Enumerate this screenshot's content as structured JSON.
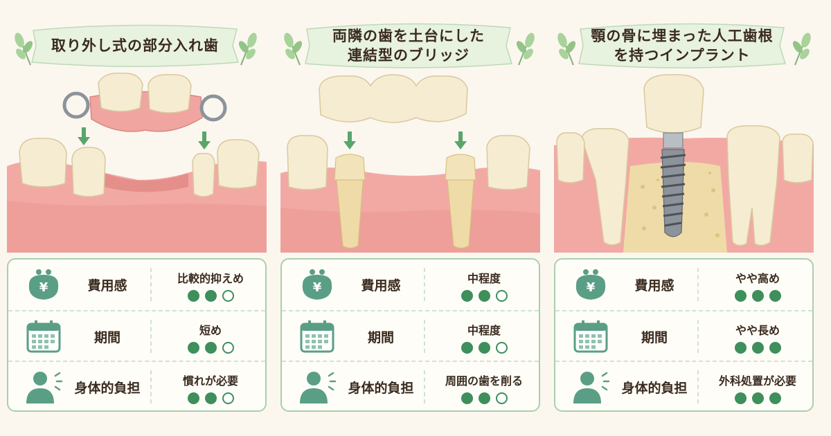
{
  "panels": [
    {
      "title_lines": [
        "取り外し式の部分入れ歯"
      ],
      "rows": [
        {
          "icon": "coin-purse-icon",
          "label": "費用感",
          "value": "比較的抑えめ",
          "rating": 2,
          "max": 3
        },
        {
          "icon": "calendar-icon",
          "label": "期間",
          "value": "短め",
          "rating": 2,
          "max": 3
        },
        {
          "icon": "person-icon",
          "label": "身体的負担",
          "value": "慣れが必要",
          "rating": 2,
          "max": 3
        }
      ]
    },
    {
      "title_lines": [
        "両隣の歯を土台にした",
        "連結型のブリッジ"
      ],
      "rows": [
        {
          "icon": "coin-purse-icon",
          "label": "費用感",
          "value": "中程度",
          "rating": 2,
          "max": 3
        },
        {
          "icon": "calendar-icon",
          "label": "期間",
          "value": "中程度",
          "rating": 2,
          "max": 3
        },
        {
          "icon": "person-icon",
          "label": "身体的負担",
          "value": "周囲の歯を削る",
          "rating": 2,
          "max": 3
        }
      ]
    },
    {
      "title_lines": [
        "顎の骨に埋まった人工歯根",
        "を持つインプラント"
      ],
      "rows": [
        {
          "icon": "coin-purse-icon",
          "label": "費用感",
          "value": "やや高め",
          "rating": 3,
          "max": 3
        },
        {
          "icon": "calendar-icon",
          "label": "期間",
          "value": "やや長め",
          "rating": 3,
          "max": 3
        },
        {
          "icon": "person-icon",
          "label": "身体的負担",
          "value": "外科処置が必要",
          "rating": 3,
          "max": 3
        }
      ]
    }
  ],
  "yen_symbol": "¥",
  "colors": {
    "accent_green": "#3e8f5b",
    "icon_green": "#5a9e86",
    "gum_pink": "#f2a9a4",
    "tooth_cream": "#f6ecd2",
    "bone_yellow": "#efdba8",
    "banner_green": "#e7f2df"
  }
}
